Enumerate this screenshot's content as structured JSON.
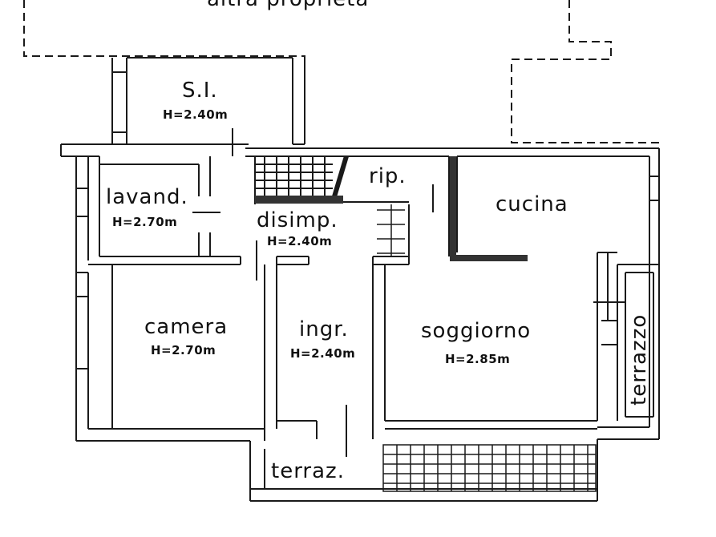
{
  "plan": {
    "neighbour_label": "altra proprietà",
    "rooms": [
      {
        "name": "S.I.",
        "height": "H=2.40m"
      },
      {
        "name": "lavand.",
        "height": "H=2.70m"
      },
      {
        "name": "disimp.",
        "height": "H=2.40m"
      },
      {
        "name": "rip.",
        "height": ""
      },
      {
        "name": "cucina",
        "height": ""
      },
      {
        "name": "camera",
        "height": "H=2.70m"
      },
      {
        "name": "ingr.",
        "height": "H=2.40m"
      },
      {
        "name": "soggiorno",
        "height": "H=2.85m"
      },
      {
        "name": "terrazzo",
        "height": ""
      },
      {
        "name": "terraz.",
        "height": ""
      }
    ]
  },
  "colors": {
    "ink": "#1a1a1a",
    "paper": "#ffffff"
  }
}
